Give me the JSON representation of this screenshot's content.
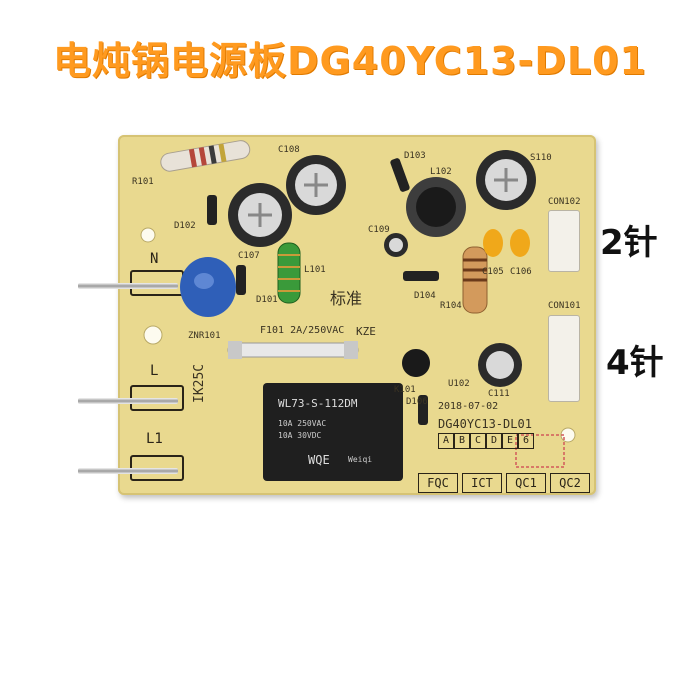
{
  "title": "电炖锅电源板DG40YC13-DL01",
  "side_labels": {
    "two_pin": "2针",
    "four_pin": "4针"
  },
  "board": {
    "model_text": "DG40YC13-DL01",
    "date_text": "2018-07-02",
    "grid_letters": [
      "A",
      "B",
      "C",
      "D",
      "E",
      "6"
    ],
    "standard_text": "标准",
    "fuse_text": "F101 2A/250VAC",
    "kze_text": "KZE",
    "ik_text": "IK25C",
    "relay_line1": "WL73-S-112DM",
    "relay_line2": "10A 250VAC",
    "relay_line3": "10A 30VDC",
    "relay_brand": "WQE",
    "relay_brand2": "Weiqi",
    "qc_labels": [
      "FQC",
      "ICT",
      "QC1",
      "QC2"
    ],
    "pin_labels": {
      "n": "N",
      "l": "L",
      "l1": "L1"
    },
    "refs": {
      "r101": "R101",
      "c108": "C108",
      "d103": "D103",
      "l102": "L102",
      "s110": "S110",
      "con102": "CON102",
      "d102": "D102",
      "c107": "C107",
      "l101": "L101",
      "c109": "C109",
      "c105": "C105",
      "c106": "C106",
      "d101": "D101",
      "d104": "D104",
      "r104": "R104",
      "con101": "CON101",
      "znr101": "ZNR101",
      "k101": "K101",
      "u102": "U102",
      "c111": "C111",
      "d106": "D106"
    }
  },
  "colors": {
    "title": "#ff9a1f",
    "board": "#e9d98f",
    "silk": "#2a2418"
  }
}
